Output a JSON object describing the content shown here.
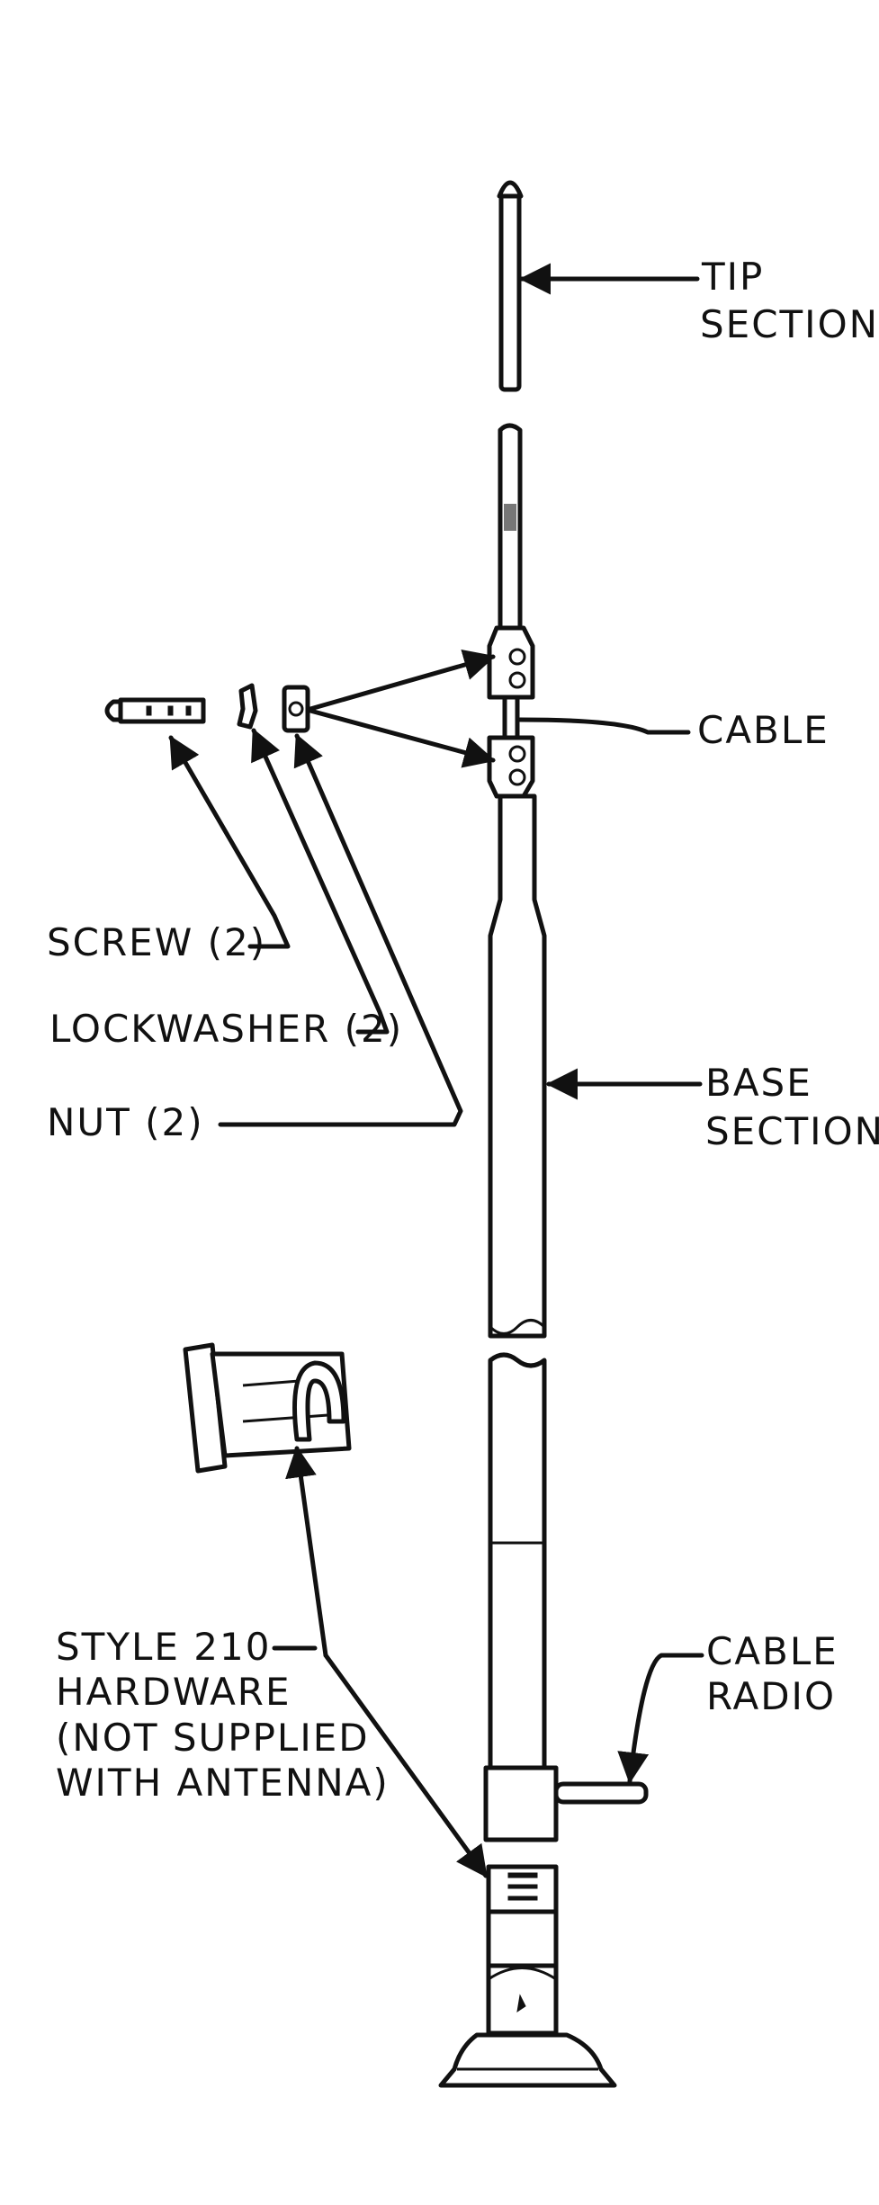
{
  "labels": {
    "tip_section": [
      "TIP",
      "SECTION"
    ],
    "cable": "CABLE",
    "screw": "SCREW (2)",
    "lockwasher": "LOCKWASHER (2)",
    "nut": "NUT (2)",
    "base_section": [
      "BASE",
      "SECTION"
    ],
    "cable_radio": [
      "CABLE",
      "RADIO"
    ],
    "hardware": [
      "STYLE 210",
      "HARDWARE",
      "(NOT SUPPLIED",
      "WITH ANTENNA)"
    ]
  }
}
